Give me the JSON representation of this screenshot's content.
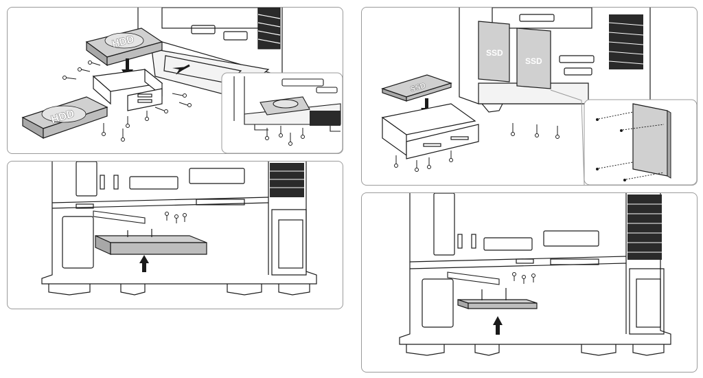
{
  "labels": {
    "hdd_top": "HDD",
    "hdd_bottom": "HDD",
    "ssd_bracket": "SSD",
    "ssd_mount_left": "SSD",
    "ssd_mount_right": "SSD"
  },
  "colors": {
    "line": "#1a1a1a",
    "drive_fill": "#d0d0d0",
    "drive_dark": "#a8a8a8",
    "panel_border": "#9a9a9a",
    "inset_fill": "#ffffff",
    "grill": "#2a2a2a"
  }
}
